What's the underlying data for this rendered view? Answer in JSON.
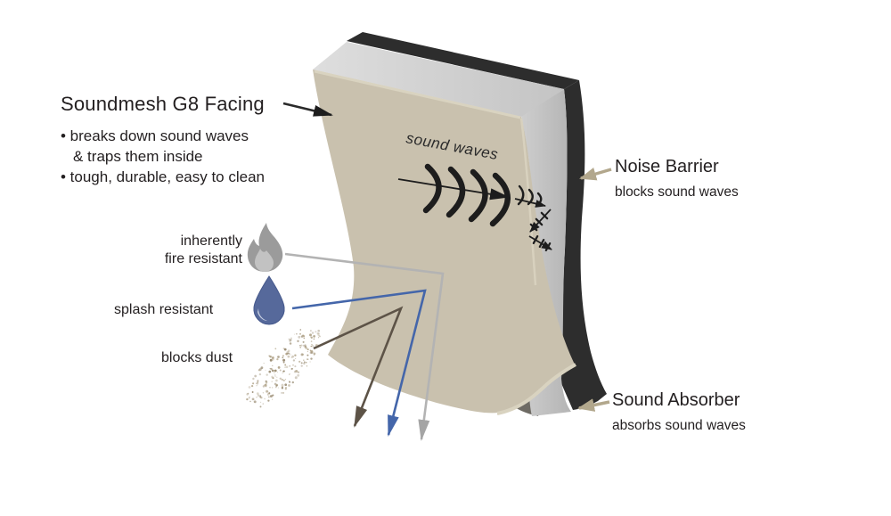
{
  "facing": {
    "title": "Soundmesh G8 Facing",
    "bullet1_line1": "• breaks down sound waves",
    "bullet1_line2": "& traps them inside",
    "bullet2": "• tough, durable, easy to clean"
  },
  "panel": {
    "sound_waves_label": "sound waves"
  },
  "noise_barrier": {
    "title": "Noise Barrier",
    "description": "blocks sound waves"
  },
  "sound_absorber": {
    "title": "Sound Absorber",
    "description": "absorbs sound waves"
  },
  "features": {
    "fire": {
      "line1": "inherently",
      "line2": "fire resistant",
      "icon": "flame-icon"
    },
    "splash": {
      "label": "splash resistant",
      "icon": "water-drop-icon"
    },
    "dust": {
      "label": "blocks dust",
      "icon": "dust-particles-icon"
    }
  },
  "colors": {
    "text": "#231f20",
    "facing_tan": "#c9c1ae",
    "facing_edge": "#d9d3c0",
    "top_gray": "#d2d2d2",
    "barrier_black": "#2d2d2d",
    "absorber_gray": "#c6c6c6",
    "shadow_gray": "#6e6b64",
    "label_arrow_tan": "#b2a78c",
    "wave_black": "#1d1d1d",
    "flame_gray": "#9b9b9b",
    "drop_blue": "#56699b",
    "dust_tan": "#b3a68c",
    "dust_dark": "#9d9078",
    "arrow_dark": "#5d5347",
    "arrow_blue": "#4466aa",
    "arrow_gray": "#b3b3b3",
    "arrow_gray_head": "#a5a5a5"
  }
}
